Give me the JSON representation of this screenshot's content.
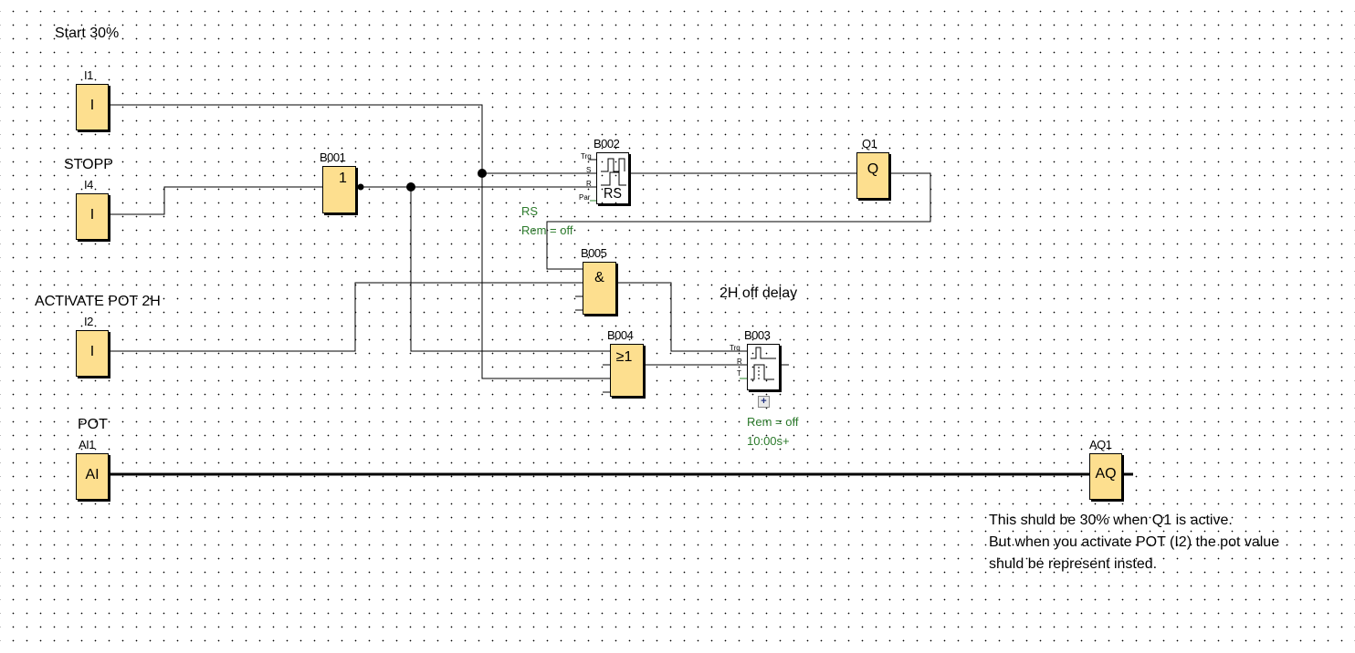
{
  "comments": {
    "start": "Start 30%",
    "stopp": "STOPP",
    "activate_pot": "ACTIVATE POT 2H",
    "pot": "POT",
    "off_delay": "2H off delay"
  },
  "blocks": {
    "i1": {
      "label": "I1",
      "symbol": "I"
    },
    "i4": {
      "label": "I4",
      "symbol": "I"
    },
    "i2": {
      "label": "I2",
      "symbol": "I"
    },
    "ai1": {
      "label": "AI1",
      "symbol": "AI"
    },
    "b001": {
      "label": "B001",
      "symbol": "1"
    },
    "b002": {
      "label": "B002",
      "symbol": "RS",
      "pins": [
        "Trg",
        "S",
        "R",
        "Par"
      ],
      "params": [
        "RS",
        "Rem = off"
      ]
    },
    "b005": {
      "label": "B005",
      "symbol": "&"
    },
    "b004": {
      "label": "B004",
      "symbol": "≥1"
    },
    "b003": {
      "label": "B003",
      "pins": [
        "Trg",
        "R",
        "T"
      ],
      "params": [
        "Rem = off",
        "10:00s+"
      ]
    },
    "q1": {
      "label": "Q1",
      "symbol": "Q"
    },
    "aq1": {
      "label": "AQ1",
      "symbol": "AQ"
    }
  },
  "note": {
    "lines": [
      "This shuld be 30% when Q1 is active.",
      "But when you activate POT (I2) the pot value",
      "shuld be represent insted."
    ]
  },
  "expand_button": "+"
}
